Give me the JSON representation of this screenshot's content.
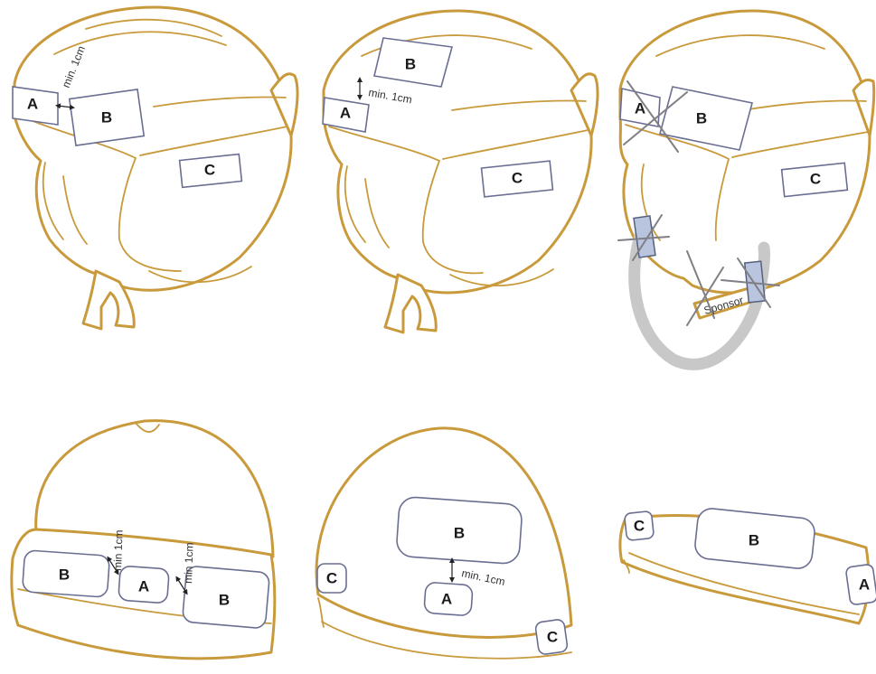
{
  "colors": {
    "outline": "#c99a3c",
    "patch_border": "#6a6f92",
    "forbidden_cross": "#7f7f85",
    "strap": "#c8c8c8",
    "clip": "#b9c4de"
  },
  "labels": {
    "a": "A",
    "b": "B",
    "c": "C"
  },
  "notes": {
    "min_spacing": "min. 1cm",
    "min_spacing_no_dot": "min 1cm",
    "sponsor": "Sponsor"
  }
}
